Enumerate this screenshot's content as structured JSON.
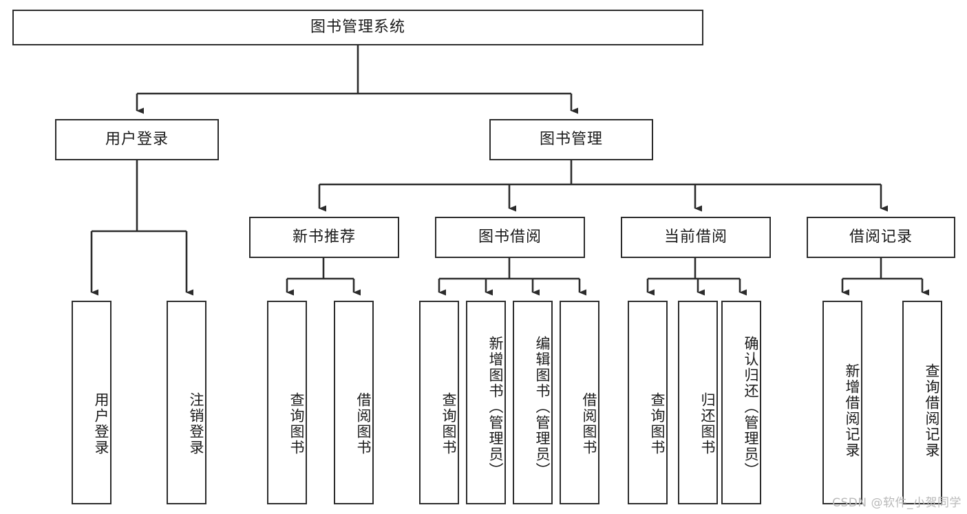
{
  "diagram": {
    "type": "tree",
    "title": "图书管理系统",
    "watermark": "CSDN @软件_小贺同学",
    "colors": {
      "box_border": "#2b2b2b",
      "box_fill": "#ffffff",
      "edge": "#2b2b2b",
      "text": "#1a1a1a",
      "watermark": "#b9b9b9",
      "background": "#ffffff"
    },
    "nodes": {
      "root": {
        "label": "图书管理系统"
      },
      "level2": [
        {
          "id": "user-login",
          "label": "用户登录"
        },
        {
          "id": "book-manage",
          "label": "图书管理"
        }
      ],
      "level3": [
        {
          "id": "new-book-recommend",
          "label": "新书推荐"
        },
        {
          "id": "book-borrow",
          "label": "图书借阅"
        },
        {
          "id": "current-borrow",
          "label": "当前借阅"
        },
        {
          "id": "borrow-record",
          "label": "借阅记录"
        }
      ],
      "leaves": {
        "user_login": [
          {
            "id": "leaf-user-login",
            "label": "用户登录"
          },
          {
            "id": "leaf-logout-login",
            "label": "注销登录"
          }
        ],
        "new_book_recommend": [
          {
            "id": "leaf-query-book-1",
            "label": "查询图书"
          },
          {
            "id": "leaf-borrow-book-1",
            "label": "借阅图书"
          }
        ],
        "book_borrow": [
          {
            "id": "leaf-query-book-2",
            "label": "查询图书"
          },
          {
            "id": "leaf-add-book",
            "label": "新增图书（管理员）"
          },
          {
            "id": "leaf-edit-book",
            "label": "编辑图书（管理员）"
          },
          {
            "id": "leaf-borrow-book-2",
            "label": "借阅图书"
          }
        ],
        "current_borrow": [
          {
            "id": "leaf-query-book-3",
            "label": "查询图书"
          },
          {
            "id": "leaf-return-book",
            "label": "归还图书"
          },
          {
            "id": "leaf-confirm-return",
            "label": "确认归还（管理员）"
          }
        ],
        "borrow_record": [
          {
            "id": "leaf-add-record",
            "label": "新增借阅记录"
          },
          {
            "id": "leaf-query-record",
            "label": "查询借阅记录"
          }
        ]
      }
    }
  }
}
